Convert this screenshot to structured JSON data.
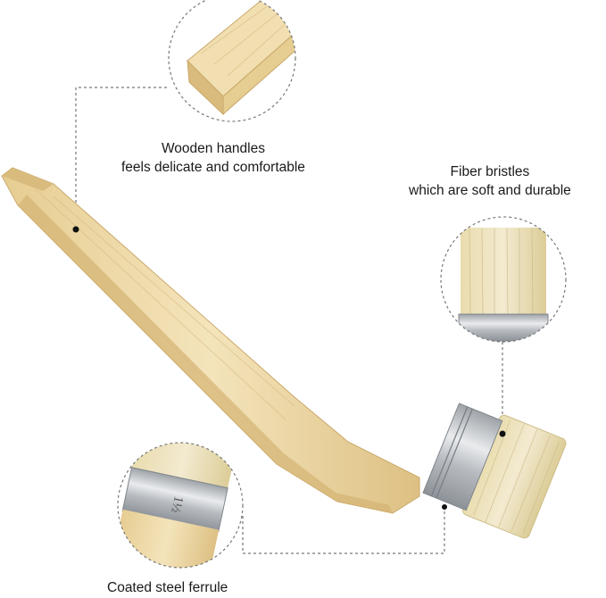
{
  "callouts": {
    "handle": {
      "line1": "Wooden handles",
      "line2": "feels delicate and comfortable"
    },
    "bristles": {
      "line1": "Fiber bristles",
      "line2": "which are soft and durable"
    },
    "ferrule": {
      "line1": "Coated steel ferrule",
      "ferrule_mark": "1½"
    }
  },
  "colors": {
    "wood_light": "#f1dfb2",
    "wood_mid": "#e3c98f",
    "wood_dark": "#cfae6d",
    "bristle": "#e8dcae",
    "steel": "#c9ccd0",
    "dash": "#777777"
  }
}
